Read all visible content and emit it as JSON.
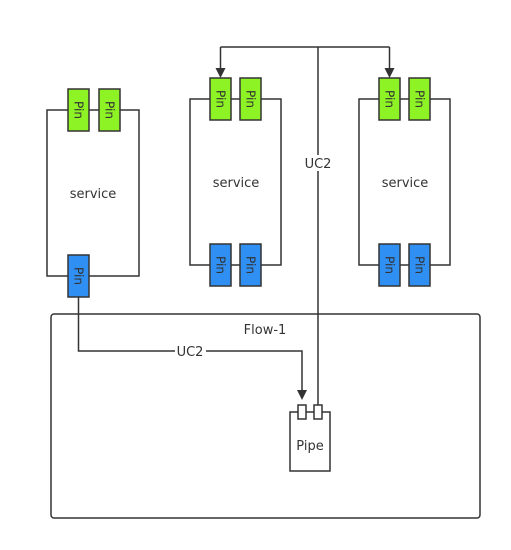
{
  "diagram": {
    "flow_label": "Flow-1",
    "pipe_label": "Pipe",
    "services": [
      {
        "label": "service",
        "top_pins": [
          "Pin",
          "Pin"
        ],
        "bottom_pins": [
          "Pin"
        ]
      },
      {
        "label": "service",
        "top_pins": [
          "Pin",
          "Pin"
        ],
        "bottom_pins": [
          "Pin",
          "Pin"
        ]
      },
      {
        "label": "service",
        "top_pins": [
          "Pin",
          "Pin"
        ],
        "bottom_pins": [
          "Pin",
          "Pin"
        ]
      }
    ],
    "connections": [
      {
        "label": "UC2",
        "from": "service-1 bottom pin",
        "to": "pipe left port"
      },
      {
        "label": "UC2",
        "from": "pipe right port",
        "to": "service-2 and service-3 left top pins"
      }
    ]
  },
  "colors": {
    "input_pin": "#8ef325",
    "output_pin": "#2f8ff2",
    "stroke": "#333333",
    "background": "#ffffff"
  }
}
